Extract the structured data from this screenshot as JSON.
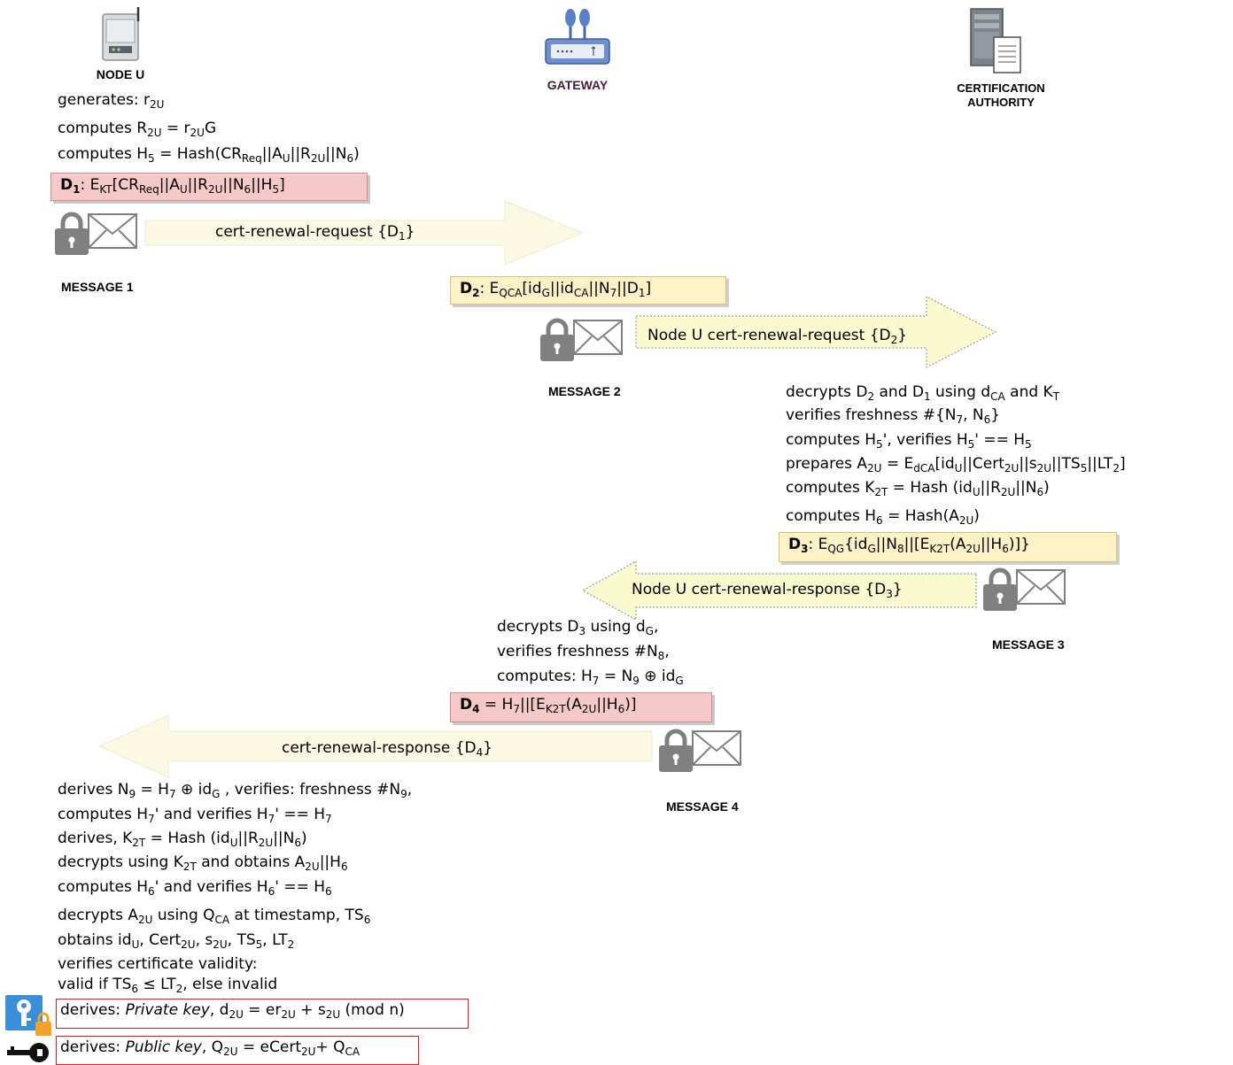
{
  "actors": {
    "node": "NODE U",
    "gateway": "GATEWAY",
    "ca_line1": "CERTIFICATION",
    "ca_line2": "AUTHORITY"
  },
  "messages": {
    "m1": "MESSAGE 1",
    "m2": "MESSAGE 2",
    "m3": "MESSAGE 3",
    "m4": "MESSAGE 4"
  },
  "arrows": {
    "a1": "cert-renewal-request {D1}",
    "a2": "Node U cert-renewal-request {D2}",
    "a3": "Node U cert-renewal-response {D3}",
    "a4": "cert-renewal-response {D4}"
  },
  "payloads": {
    "d1_tag": "D1",
    "d1": "E_KT[CR_Req||A_U||R_2U||N_6||H_5]",
    "d2_tag": "D2",
    "d2": "E_QCA[id_G||id_CA||N_7||D_1]",
    "d3_tag": "D3",
    "d3": "E_QG{id_G||N_8||[E_K2T(A_2U||H_6)]}",
    "d4_tag": "D4",
    "d4": "H_7||[E_K2T(A_2U||H_6)]"
  },
  "node_initial_steps": [
    "generates: r_2U",
    "computes R_2U = r_2U G",
    "computes H_5 = Hash(CR_Req||A_U||R_2U||N_6)"
  ],
  "ca_steps": [
    "decrypts D_2 and D_1 using d_CA and K_T",
    "verifies freshness #{N_7, N_6}",
    "computes H_5', verifies H_5' == H_5",
    "prepares A_2U = E_dCA[id_U||Cert_2U||s_2U||TS_5||LT_2]",
    "computes K_2T = Hash (id_U||R_2U||N_6)",
    "computes H_6 = Hash(A_2U)"
  ],
  "gateway_steps": [
    "decrypts D_3 using d_G,",
    "verifies freshness #N_8,",
    "computes: H_7 = N_9 ⊕ id_G"
  ],
  "node_final_steps": [
    "derives N_9 = H_7 ⊕ id_G , verifies: freshness #N_9,",
    "computes H_7' and verifies H_7' == H_7",
    "derives, K_2T = Hash (id_U||R_2U||N_6)",
    "decrypts using K_2T and obtains A_2U||H_6",
    "computes H_6' and verifies H_6' == H_6",
    "decrypts A_2U using Q_CA at timestamp, TS_6",
    "obtains id_U, Cert_2U, s_2U, TS_5, LT_2",
    "verifies certificate validity:",
    "valid if TS_6 ≤ LT_2, else invalid"
  ],
  "derived_keys": {
    "private": "derives: Private key, d_2U = er_2U + s_2U (mod n)",
    "public": "derives: Public key, Q_2U = eCert_2U+ Q_CA"
  },
  "colors": {
    "red_box": "#f6c9c9",
    "yellow_box": "#fdf1c6",
    "arrow_fill": "#fbf8e4",
    "arrow_fill_dotted": "#fafad0",
    "lock": "#808080",
    "key_blue": "#3a8fd8",
    "lock_orange": "#f2a22a",
    "outline_red": "#e02020",
    "gateway_label": "#4a1c3c"
  }
}
